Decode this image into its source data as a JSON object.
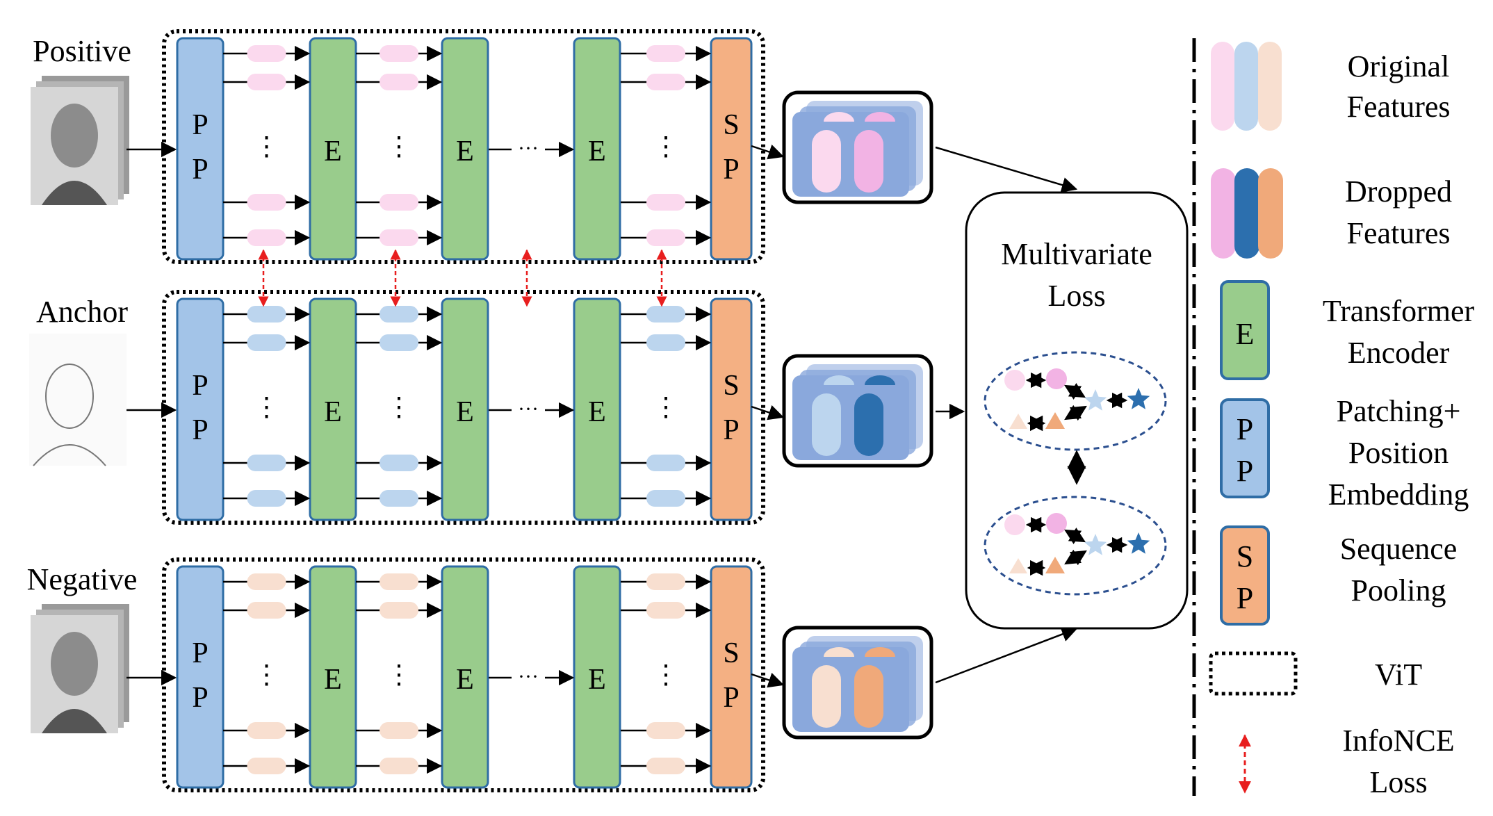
{
  "rows": [
    {
      "label": "Positive",
      "token_color": "#fbd9ee",
      "feat_a": "#fbd9ee",
      "feat_b": "#f2b3e4"
    },
    {
      "label": "Anchor",
      "token_color": "#bcd5ee",
      "feat_a": "#bcd5ee",
      "feat_b": "#2c6fae"
    },
    {
      "label": "Negative",
      "token_color": "#f8dfd0",
      "feat_a": "#f8dfd0",
      "feat_b": "#f0a97a"
    }
  ],
  "blocks": {
    "patching_top": "P",
    "patching_bottom": "P",
    "encoder": "E",
    "pooling_top": "S",
    "pooling_bottom": "P",
    "vdots": "⋮",
    "ellipsis": "···"
  },
  "loss": {
    "line1": "Multivariate",
    "line2": "Loss"
  },
  "legend": [
    {
      "id": "original",
      "line1": "Original",
      "line2": "Features",
      "colors": [
        "#fbd9ee",
        "#bcd5ee",
        "#f8dfd0"
      ]
    },
    {
      "id": "dropped",
      "line1": "Dropped",
      "line2": "Features",
      "colors": [
        "#f2b3e4",
        "#2c6fae",
        "#f0a97a"
      ]
    },
    {
      "id": "encoder",
      "glyph": "E",
      "line1": "Transformer",
      "line2": "Encoder"
    },
    {
      "id": "patching",
      "glyph_top": "P",
      "glyph_bottom": "P",
      "line1": "Patching+",
      "line2": "Position",
      "line3": "Embedding"
    },
    {
      "id": "pooling",
      "glyph_top": "S",
      "glyph_bottom": "P",
      "line1": "Sequence",
      "line2": "Pooling"
    },
    {
      "id": "vit",
      "line1": "ViT"
    },
    {
      "id": "infonce",
      "line1": "InfoNCE",
      "line2": "Loss"
    }
  ],
  "colors": {
    "pp_block": "#a3c4e8",
    "enc_block": "#99cc8c",
    "sp_block": "#f4b083",
    "feature_bg": "#8aa8dc",
    "infonce_arrow": "#e81e1e",
    "dashed_cluster": "#2b4f8f",
    "star_light": "#bcd5ee",
    "star_dark": "#2c6fae",
    "tri_light": "#f8dfd0",
    "tri_dark": "#f0a97a",
    "circ_light": "#fbd9ee",
    "circ_dark": "#f2b3e4"
  }
}
